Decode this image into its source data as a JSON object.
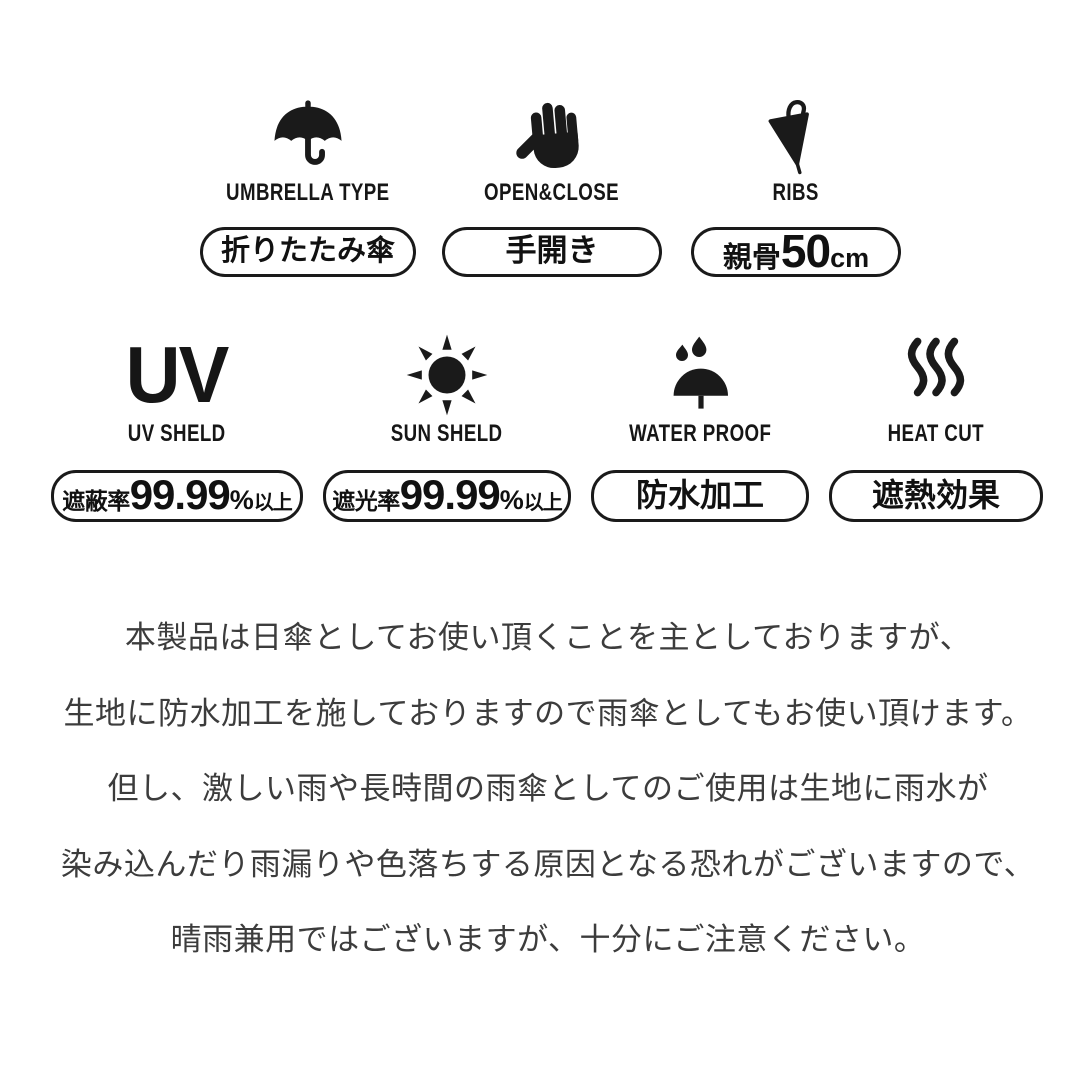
{
  "meta": {
    "background_color": "#ffffff",
    "ink_color": "#1a1a1a",
    "body_text_color": "#3c3c3c"
  },
  "row1": {
    "items": [
      {
        "icon": "umbrella-open-icon",
        "label": "UMBRELLA TYPE",
        "badge": {
          "text": "折りたたみ傘"
        }
      },
      {
        "icon": "hand-open-icon",
        "label": "OPEN&CLOSE",
        "badge": {
          "text": "手開き"
        }
      },
      {
        "icon": "umbrella-closed-icon",
        "label": "RIBS",
        "badge": {
          "prefix": "親骨",
          "number": "50",
          "suffix": "cm"
        }
      }
    ]
  },
  "row2": {
    "uv_mark": "UV",
    "items": [
      {
        "icon": "uv-text-mark",
        "label": "UV SHELD",
        "badge": {
          "prefix": "遮蔽率",
          "number": "99.99",
          "percent": "%",
          "suffix": "以上"
        }
      },
      {
        "icon": "sun-icon",
        "label": "SUN SHELD",
        "badge": {
          "prefix": "遮光率",
          "number": "99.99",
          "percent": "%",
          "suffix": "以上"
        }
      },
      {
        "icon": "rain-umbrella-icon",
        "label": "WATER PROOF",
        "badge": {
          "text": "防水加工"
        }
      },
      {
        "icon": "heat-waves-icon",
        "label": "HEAT CUT",
        "badge": {
          "text": "遮熱効果"
        }
      }
    ]
  },
  "description": {
    "lines": [
      "本製品は日傘としてお使い頂くことを主としておりますが、",
      "生地に防水加工を施しておりますので雨傘としてもお使い頂けます。",
      "但し、激しい雨や長時間の雨傘としてのご使用は生地に雨水が",
      "染み込んだり雨漏りや色落ちする原因となる恐れがございますので、",
      "晴雨兼用ではございますが、十分にご注意ください。"
    ]
  }
}
